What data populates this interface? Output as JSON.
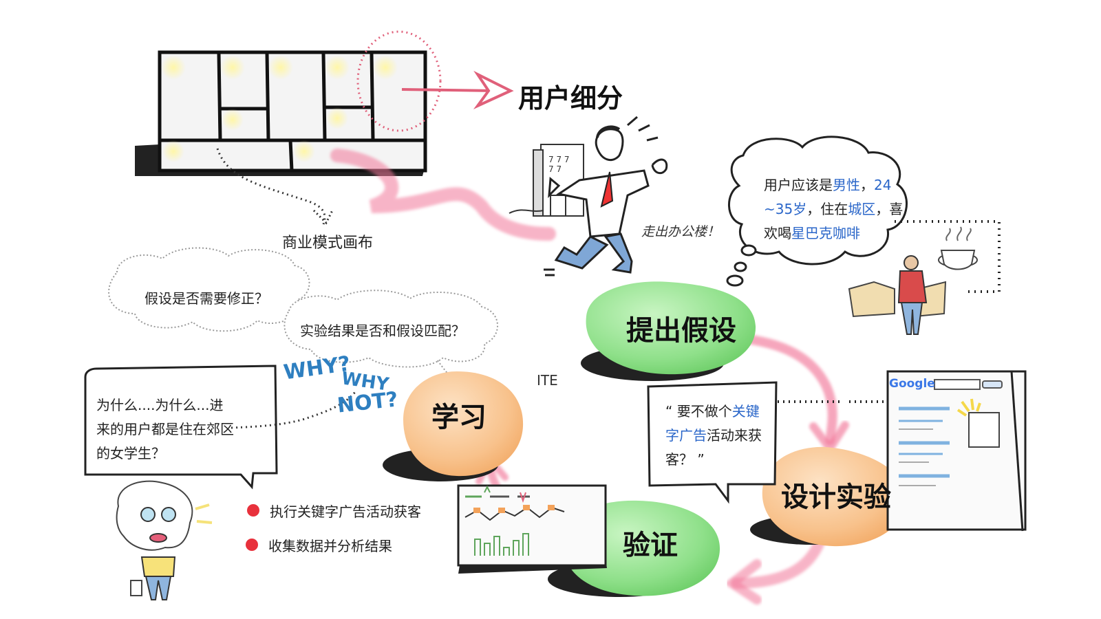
{
  "title": "用户细分",
  "bmc_caption": "商业模式画布",
  "out_of_office": "走出办公楼！",
  "user_hypothesis": {
    "part1": "用户应该是",
    "hl1": "男性",
    "part2": "，",
    "hl2": "24 ~35岁",
    "part3": "，住在",
    "hl3": "城区",
    "part4": "，喜欢喝",
    "hl4": "星巴克咖啡"
  },
  "cycle": {
    "hypothesis": "提出假设",
    "design": "设计实验",
    "verify": "验证",
    "learn": "学习"
  },
  "questions": {
    "modify": "假设是否需要修正？",
    "match": "实验结果是否和假设匹配？"
  },
  "why_text": "为什么....为什么...进来的用户都是住在郊区的女学生？",
  "why_scribble": {
    "why1": "WHY?",
    "why2": "WHY",
    "not": "NOT?"
  },
  "ite_mark": "ITE",
  "ad_question": {
    "open": "“ 要不做个",
    "hl": "关键字广告",
    "mid": "活动来获客？",
    "close": " ”"
  },
  "bullets": [
    "执行关键字广告活动获客",
    "收集数据并分析结果"
  ],
  "google_logo": "Google",
  "colors": {
    "green_blob": "#8fe08a",
    "orange_blob": "#f8c28c",
    "pink_arrow": "#f2789a",
    "highlight": "#2a66c9",
    "bullet_red": "#e8313c"
  },
  "icons": {
    "arrow": "hand-drawn-arrow",
    "bullet": "red-dot"
  }
}
